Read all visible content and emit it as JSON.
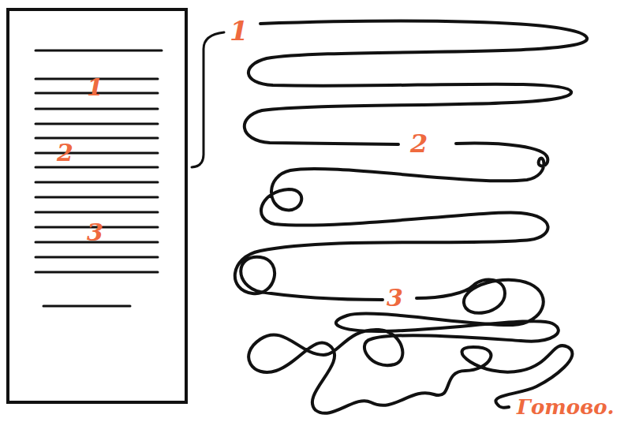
{
  "diagram": {
    "nodes": [
      {
        "text": [
          "1",
          "2",
          "3"
        ]
      }
    ],
    "labels": [
      "1",
      "2",
      "3",
      "Готово."
    ]
  }
}
